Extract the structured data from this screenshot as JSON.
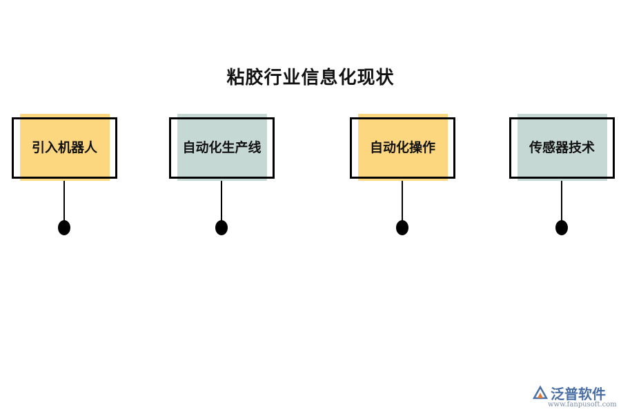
{
  "title": "粘胶行业信息化现状",
  "nodes": [
    {
      "label": "引入机器人",
      "fill_color": "#fdd77f"
    },
    {
      "label": "自动化生产线",
      "fill_color": "#c5d8d3"
    },
    {
      "label": "自动化操作",
      "fill_color": "#fdd77f"
    },
    {
      "label": "传感器技术",
      "fill_color": "#c5d8d3"
    }
  ],
  "colors": {
    "frame": "#000000",
    "connector": "#000000",
    "logo": "#4a6fa5"
  },
  "logo": {
    "name": "泛普软件",
    "url": "www.fanpusoft.com"
  }
}
